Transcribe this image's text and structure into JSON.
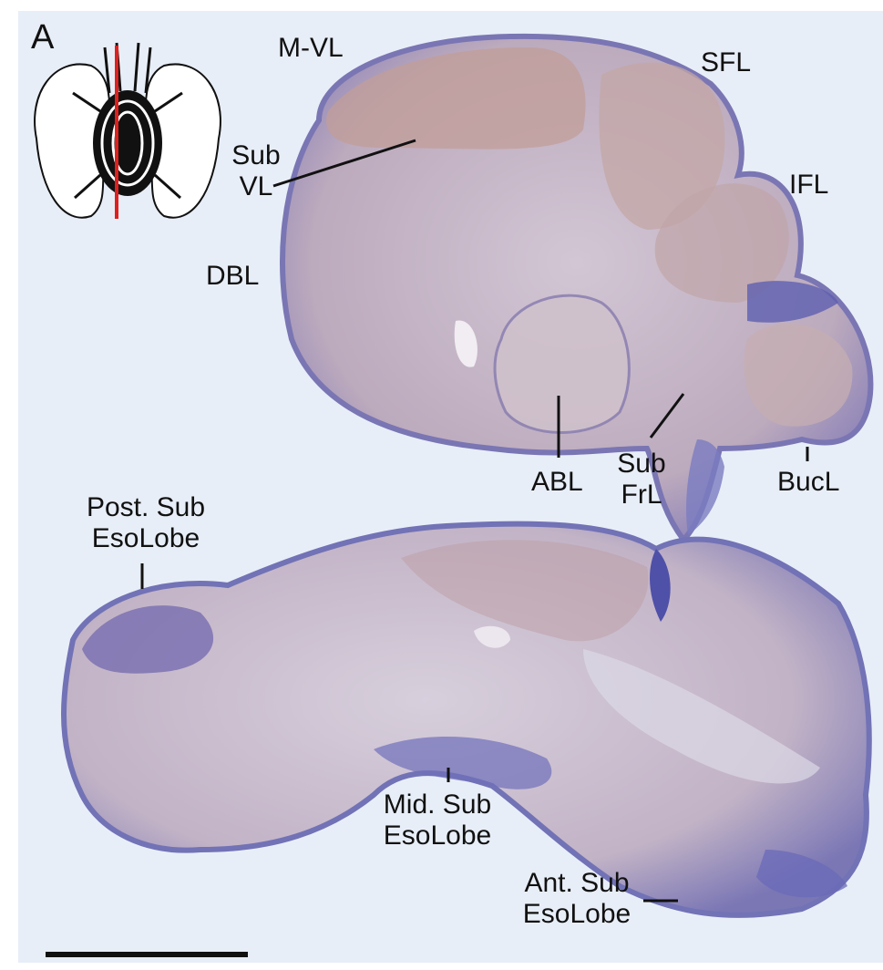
{
  "figure": {
    "panel_letter": "A",
    "colors": {
      "background": "#e8eef7",
      "tissue": "#b9a3b6",
      "tissue_light": "#d7cfdd",
      "stain_dark": "#5a5aa6",
      "inset_marker": "#e0201e"
    },
    "labels": {
      "m_vl": "M-VL",
      "sfl": "SFL",
      "sub_vl": [
        "Sub",
        "VL"
      ],
      "ifl": "IFL",
      "dbl": "DBL",
      "abl": "ABL",
      "sub_frl": [
        "Sub",
        "FrL"
      ],
      "bucl": "BucL",
      "post_sub_esolobe": [
        "Post. Sub",
        "EsoLobe"
      ],
      "mid_sub_esolobe": [
        "Mid. Sub",
        "EsoLobe"
      ],
      "ant_sub_esolobe": [
        "Ant. Sub",
        "EsoLobe"
      ]
    }
  }
}
